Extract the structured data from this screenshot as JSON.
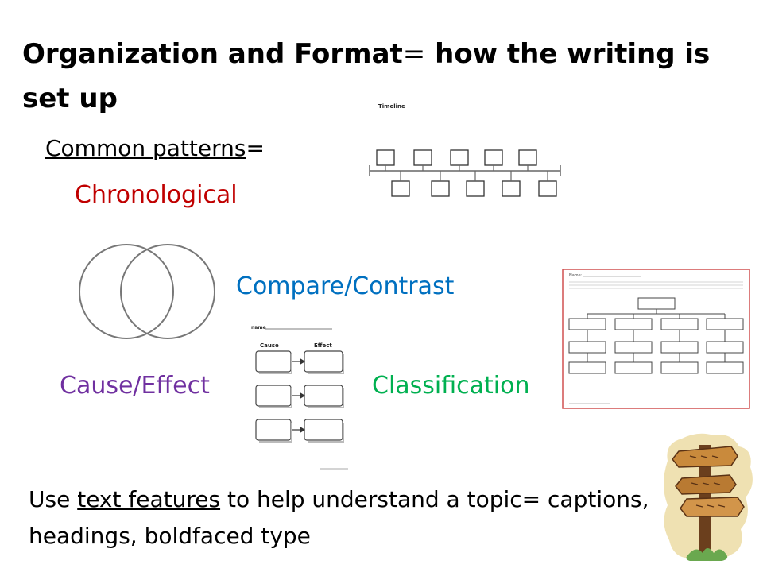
{
  "slide": {
    "title_bold_1": "Organization and Format",
    "title_eq": "=",
    "title_bold_2": " how the  writing is set up",
    "common_patterns_label": "Common patterns",
    "common_patterns_eq": "=",
    "patterns": [
      {
        "label": "Chronological",
        "color": "#c00000"
      },
      {
        "label": "Compare/Contrast",
        "color": "#0070c0"
      },
      {
        "label": "Cause/Effect",
        "color": "#7030a0"
      },
      {
        "label": "Classification",
        "color": "#00b050"
      }
    ],
    "footer_prefix": "Use ",
    "footer_link": "text features",
    "footer_suffix": " to help understand a topic= captions, headings, boldfaced type"
  },
  "timeline": {
    "title": "Timeline"
  },
  "cause_effect_chart": {
    "name_label": "name",
    "col1": "Cause",
    "col2": "Effect"
  },
  "classification_chart": {
    "name_label": "Name:"
  }
}
